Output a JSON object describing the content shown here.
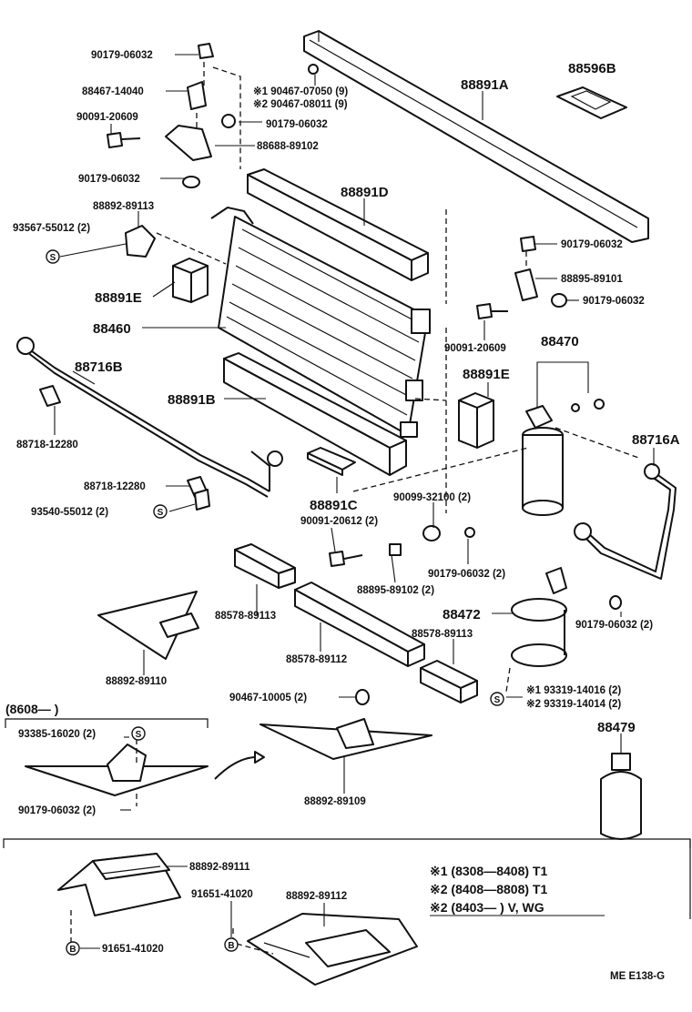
{
  "labels": {
    "p90179_06032_a": "90179-06032",
    "p88467_14040": "88467-14040",
    "p90091_20609_a": "90091-20609",
    "p90179_06032_b": "90179-06032",
    "p88892_89113": "88892-89113",
    "p93567_55012": "93567-55012 (2)",
    "p88891E_a": "88891E",
    "p88460": "88460",
    "p88716B": "88716B",
    "p88718_12280_a": "88718-12280",
    "p88718_12280_b": "88718-12280",
    "p93540_55012": "93540-55012 (2)",
    "p88891B": "88891B",
    "p88891C": "88891C",
    "p88891D": "88891D",
    "p88891A": "88891A",
    "p88596B": "88596B",
    "p1_90467_07050": "※1 90467-07050 (9)",
    "p2_90467_08011": "※2 90467-08011 (9)",
    "p90179_06032_c": "90179-06032",
    "p88688_89102": "88688-89102",
    "p90179_06032_d": "90179-06032",
    "p88895_89101": "88895-89101",
    "p90179_06032_e": "90179-06032",
    "p90091_20609_b": "90091-20609",
    "p88470": "88470",
    "p88891E_b": "88891E",
    "p88716A": "88716A",
    "p90099_32100": "90099-32100 (2)",
    "p90091_20612": "90091-20612 (2)",
    "p88895_89102": "88895-89102 (2)",
    "p90179_06032_f": "90179-06032 (2)",
    "p88472": "88472",
    "p90179_06032_g": "90179-06032 (2)",
    "p1_93319_14016": "※1 93319-14016 (2)",
    "p2_93319_14014": "※2 93319-14014 (2)",
    "p88479": "88479",
    "p88578_89113_a": "88578-89113",
    "p88578_89112": "88578-89112",
    "p88578_89113_b": "88578-89113",
    "p88892_89110": "88892-89110",
    "p90467_10005": "90467-10005 (2)",
    "p88892_89109": "88892-89109",
    "p8608": "(8608—         )",
    "p93385_16020": "93385-16020 (2)",
    "p90179_06032_h": "90179-06032 (2)",
    "p88892_89111": "88892-89111",
    "p91651_41020_a": "91651-41020",
    "p88892_89112": "88892-89112",
    "p91651_41020_b": "91651-41020"
  },
  "symbols": {
    "s": "S",
    "b": "B"
  },
  "notes": {
    "n1": "※1 (8308—8408) T1",
    "n2": "※2 (8408—8808) T1",
    "n3": "※2 (8403—          ) V, WG"
  },
  "footer": "ME  E138-G"
}
